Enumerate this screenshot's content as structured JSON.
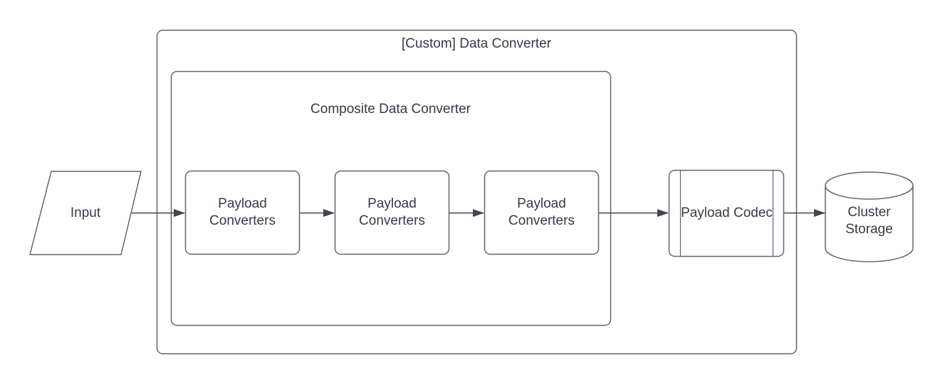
{
  "diagram": {
    "containers": {
      "outer": {
        "label": "[Custom] Data Converter"
      },
      "inner": {
        "label": "Composite Data Converter"
      }
    },
    "nodes": [
      {
        "id": "input",
        "label": "Input",
        "shape": "parallelogram"
      },
      {
        "id": "payload-converters-1",
        "label": "Payload Converters",
        "shape": "rounded-rectangle"
      },
      {
        "id": "payload-converters-2",
        "label": "Payload Converters",
        "shape": "rounded-rectangle"
      },
      {
        "id": "payload-converters-3",
        "label": "Payload Converters",
        "shape": "rounded-rectangle"
      },
      {
        "id": "payload-codec",
        "label": "Payload Codec",
        "shape": "predefined-process"
      },
      {
        "id": "cluster-storage",
        "label": "Cluster Storage",
        "shape": "cylinder"
      }
    ],
    "edges": [
      {
        "from": "input",
        "to": "payload-converters-1"
      },
      {
        "from": "payload-converters-1",
        "to": "payload-converters-2"
      },
      {
        "from": "payload-converters-2",
        "to": "payload-converters-3"
      },
      {
        "from": "payload-converters-3",
        "to": "payload-codec"
      },
      {
        "from": "payload-codec",
        "to": "cluster-storage"
      }
    ],
    "colors": {
      "background": "#ffffff",
      "shape_stroke": "#5f6672",
      "edge_stroke": "#3f4654",
      "text": "#333b48"
    }
  }
}
